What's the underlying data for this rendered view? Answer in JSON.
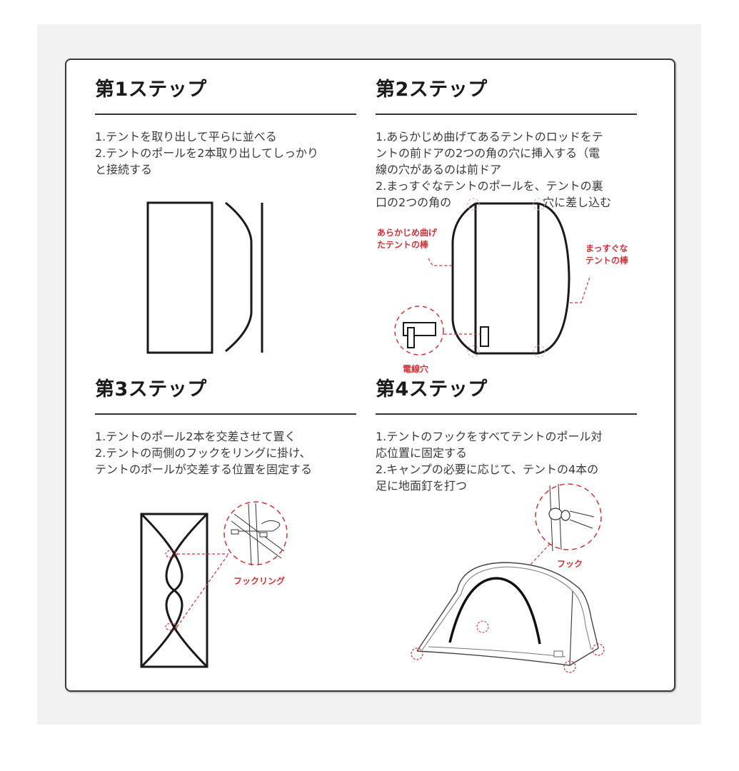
{
  "colors": {
    "background": "#f2f2f2",
    "card": "#ffffff",
    "ink": "#1a1a1a",
    "body_text": "#3a3a3a",
    "callout_red": "#d0323a"
  },
  "steps": [
    {
      "title": "第1ステップ",
      "lines": [
        "1.テントを取り出して平らに並べる",
        "2.テントのポールを2本取り出してしっかり",
        "と接続する"
      ],
      "figure": "tent-flat-with-two-poles"
    },
    {
      "title": "第2ステップ",
      "lines": [
        "1.あらかじめ曲げてあるテントのロッドをテ",
        "ントの前ドアの2つの角の穴に挿入する（電",
        "線の穴があるのは前ドア",
        "2.まっすぐなテントのポールを、テントの裏",
        "口の2つの角の　　　　　　　　穴に差し込む"
      ],
      "figure": "tent-top-view-poles-inserted",
      "callouts": {
        "curved_pole": [
          "あらかじめ曲げ",
          "たテントの棒"
        ],
        "straight_pole": [
          "まっすぐな",
          "テントの棒"
        ],
        "cable_hole": "電線穴"
      }
    },
    {
      "title": "第3ステップ",
      "lines": [
        "1.テントのポール2本を交差させて置く",
        "2.テントの両側のフックをリングに掛け、",
        "テントのポールが交差する位置を固定する"
      ],
      "figure": "crossed-poles-hook-ring",
      "callouts": {
        "hook_ring": "フックリング"
      }
    },
    {
      "title": "第4ステップ",
      "lines": [
        "1.テントのフックをすべてテントのポール対",
        "応位置に固定する",
        "2.キャンプの必要に応じて、テントの4本の",
        "足に地面釘を打つ"
      ],
      "figure": "assembled-tent-with-hooks",
      "callouts": {
        "hook": "フック"
      }
    }
  ]
}
